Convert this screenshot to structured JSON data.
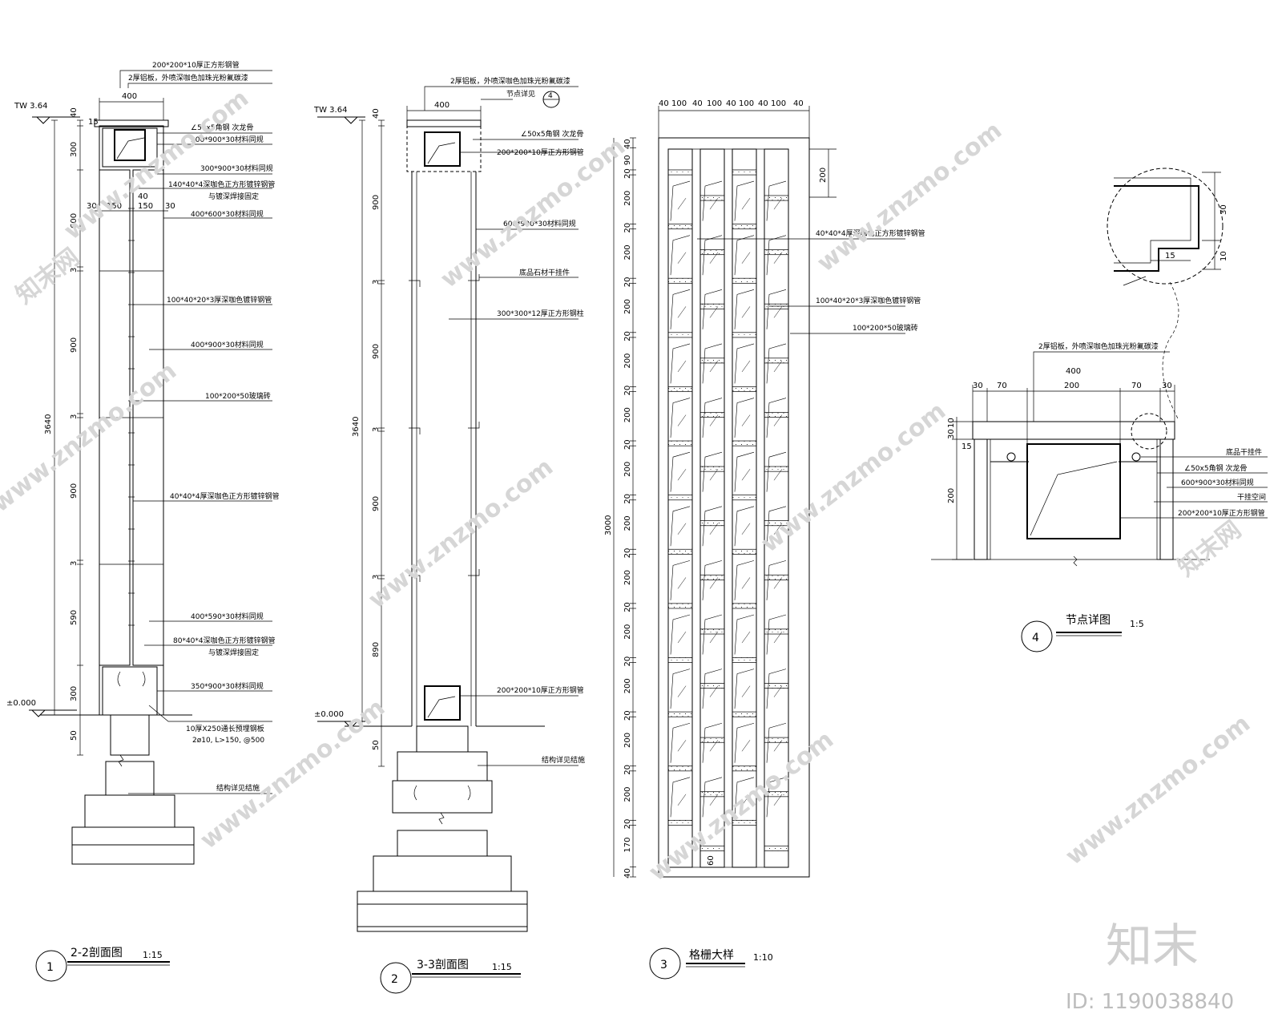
{
  "watermark": {
    "site": "www.znzmo.com",
    "brand_cn": "知末网",
    "logo": "知末",
    "id_text": "ID: 1190038840"
  },
  "levels": {
    "top": "TW 3.64",
    "ground": "±0.000"
  },
  "detail_ref": "节点详见",
  "detail_ref_num": "4",
  "section1": {
    "num": "1",
    "title": "2-2剖面图",
    "scale": "1:15",
    "notes": [
      "200*200*10厚正方形钢管",
      "2厚铝板，外喷深咖色加珠光粉氟碳漆",
      "∠50x5角钢 次龙骨",
      "300*900*30材料同规",
      "300*900*30材料同规",
      "140*40*4深咖色正方形镀锌钢管",
      "与镀深焊接固定",
      "400*600*30材料同规",
      "100*40*20*3厚深咖色镀锌钢管",
      "400*900*30材料同规",
      "100*200*50玻璃砖",
      "40*40*4厚深咖色正方形镀锌钢管",
      "400*590*30材料同规",
      "80*40*4深咖色正方形镀锌钢管",
      "与镀深焊接固定",
      "350*900*30材料同规",
      "10厚X250通长预埋钢板",
      "2ø10, L>150, @500",
      "结构详见结施"
    ],
    "dims_v": [
      "40",
      "300",
      "600",
      "3",
      "900",
      "3",
      "900",
      "3",
      "590",
      "300",
      "50"
    ],
    "dims_total": "3640",
    "dims_h": [
      "400",
      "15",
      "30",
      "150",
      "150",
      "30",
      "40"
    ]
  },
  "section2": {
    "num": "2",
    "title": "3-3剖面图",
    "scale": "1:15",
    "notes": [
      "2厚铝板，外喷深咖色加珠光粉氟碳漆",
      "∠50x5角钢 次龙骨",
      "200*200*10厚正方形钢管",
      "600*900*30材料同规",
      "底品石材干挂件",
      "300*300*12厚正方形钢柱",
      "200*200*10厚正方形钢管",
      "结构详见结施"
    ],
    "dims_v": [
      "40",
      "900",
      "3",
      "900",
      "3",
      "900",
      "3",
      "890",
      "50"
    ],
    "dims_total": "3640",
    "dims_h": [
      "400"
    ]
  },
  "section3": {
    "num": "3",
    "title": "格栅大样",
    "scale": "1:10",
    "dims_h": [
      "40",
      "100",
      "40",
      "100",
      "40",
      "100",
      "40",
      "100",
      "40"
    ],
    "dims_v": [
      "40",
      "90",
      "20",
      "200",
      "20",
      "200",
      "20",
      "200",
      "20",
      "200",
      "20",
      "200",
      "20",
      "200",
      "20",
      "200",
      "20",
      "200",
      "20",
      "200",
      "20",
      "200",
      "20",
      "200",
      "20",
      "200",
      "20",
      "170",
      "40"
    ],
    "dims_total": "3000",
    "dim_right": "200",
    "dim_small": "60",
    "notes": [
      "40*40*4厚深咖色正方形镀锌钢管",
      "100*40*20*3厚深咖色镀锌钢管",
      "100*200*50玻璃砖"
    ]
  },
  "section4": {
    "num": "4",
    "title": "节点详图",
    "scale": "1:5",
    "notes": [
      "2厚铝板，外喷深咖色加珠光粉氟碳漆",
      "底品干挂件",
      "∠50x5角钢 次龙骨",
      "600*900*30材料同规",
      "干挂空间",
      "200*200*10厚正方形钢管"
    ],
    "dims_h": [
      "400",
      "30",
      "70",
      "200",
      "70",
      "30"
    ],
    "dims_v": [
      "10",
      "30",
      "15",
      "200"
    ],
    "circle_dims": [
      "30",
      "10",
      "15"
    ]
  }
}
